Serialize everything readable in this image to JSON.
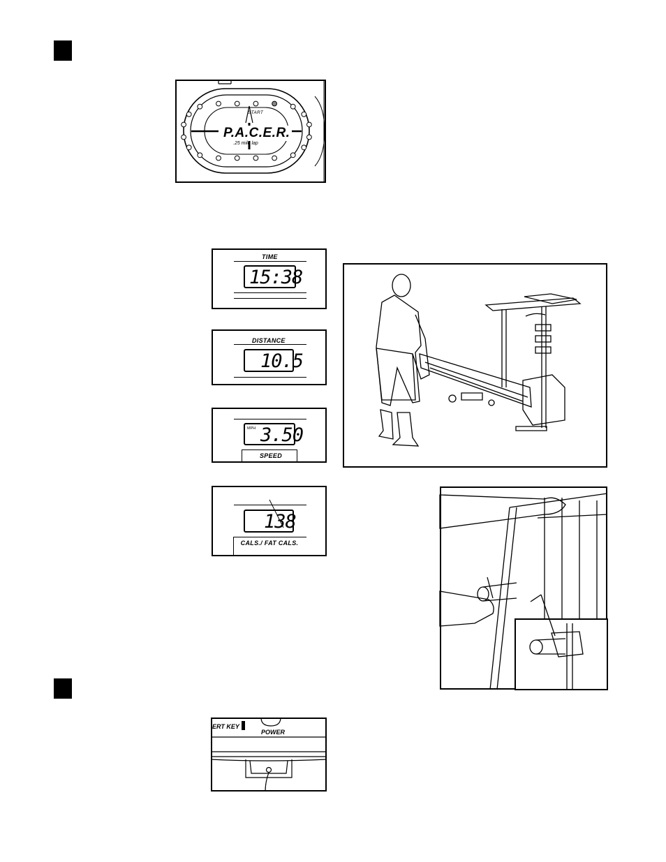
{
  "pacer": {
    "start_label": "START",
    "logo_text": "P.A.C.E.R.",
    "lap_label": ".25 mile lap"
  },
  "displays": {
    "time": {
      "label": "TIME",
      "value": "15:38"
    },
    "distance": {
      "label": "DISTANCE",
      "value": "10.5"
    },
    "speed": {
      "unit": "MPH",
      "value": "3.50",
      "label": "SPEED"
    },
    "calories": {
      "value": "138",
      "label": "CALS./ FAT CALS."
    }
  },
  "console": {
    "key_label": "ERT KEY",
    "power_label": "POWER"
  }
}
